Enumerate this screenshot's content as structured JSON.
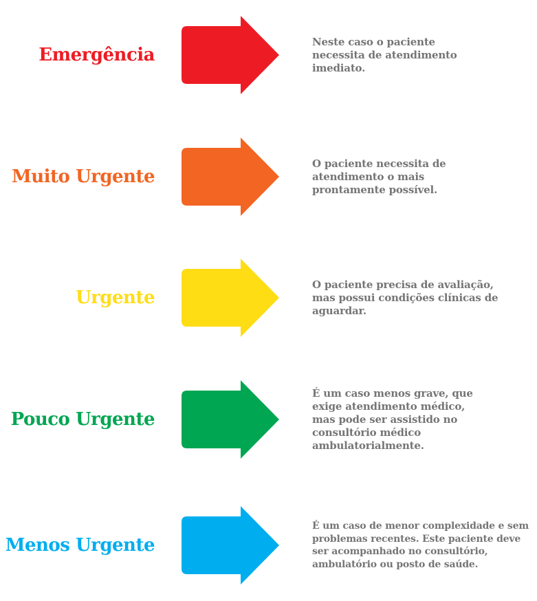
{
  "levels": [
    {
      "label": "Emergência",
      "color": "#ed1c24",
      "description": "Neste caso o paciente necessita de atendimento imediato."
    },
    {
      "label": "Muito Urgente",
      "color": "#f26522",
      "description": "O paciente necessita de atendimento o mais prontamente possível."
    },
    {
      "label": "Urgente",
      "color": "#ffdd15",
      "description": "O paciente precisa de avaliação, mas possui condições clínicas de aguardar."
    },
    {
      "label": "Pouco Urgente",
      "color": "#00a651",
      "description": "É um caso menos grave, que exige atendimento médico, mas pode ser assistido no consultório médico ambulatorialmente."
    },
    {
      "label": "Menos Urgente",
      "color": "#00aeef",
      "description": "É um caso de menor complexidade e sem problemas recentes. Este paciente deve ser acompanhado no consultório, ambulatório ou posto de saúde."
    }
  ]
}
